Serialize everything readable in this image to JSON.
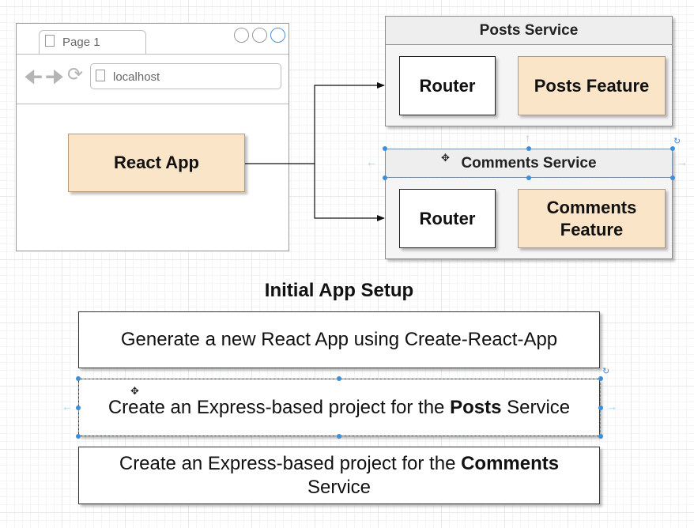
{
  "browser": {
    "tab_label": "Page 1",
    "url": "localhost"
  },
  "react_app": {
    "label": "React App"
  },
  "posts_service": {
    "title": "Posts Service",
    "router_label": "Router",
    "feature_label": "Posts Feature"
  },
  "comments_service": {
    "title": "Comments Service",
    "router_label": "Router",
    "feature_label": "Comments Feature"
  },
  "setup": {
    "title": "Initial App Setup",
    "step1": "Generate a new React App using Create-React-App",
    "step2_prefix": "Create an Express-based project for the",
    "step2_bold": "Posts",
    "step2_suffix": "Service",
    "step3_prefix": "Create an Express-based project for the",
    "step3_bold": "Comments",
    "step3_suffix": "Service"
  },
  "colors": {
    "feature_fill": "#fbe5c9",
    "selection_handle": "#3d8fd8",
    "service_fill": "#f5f5f5"
  }
}
